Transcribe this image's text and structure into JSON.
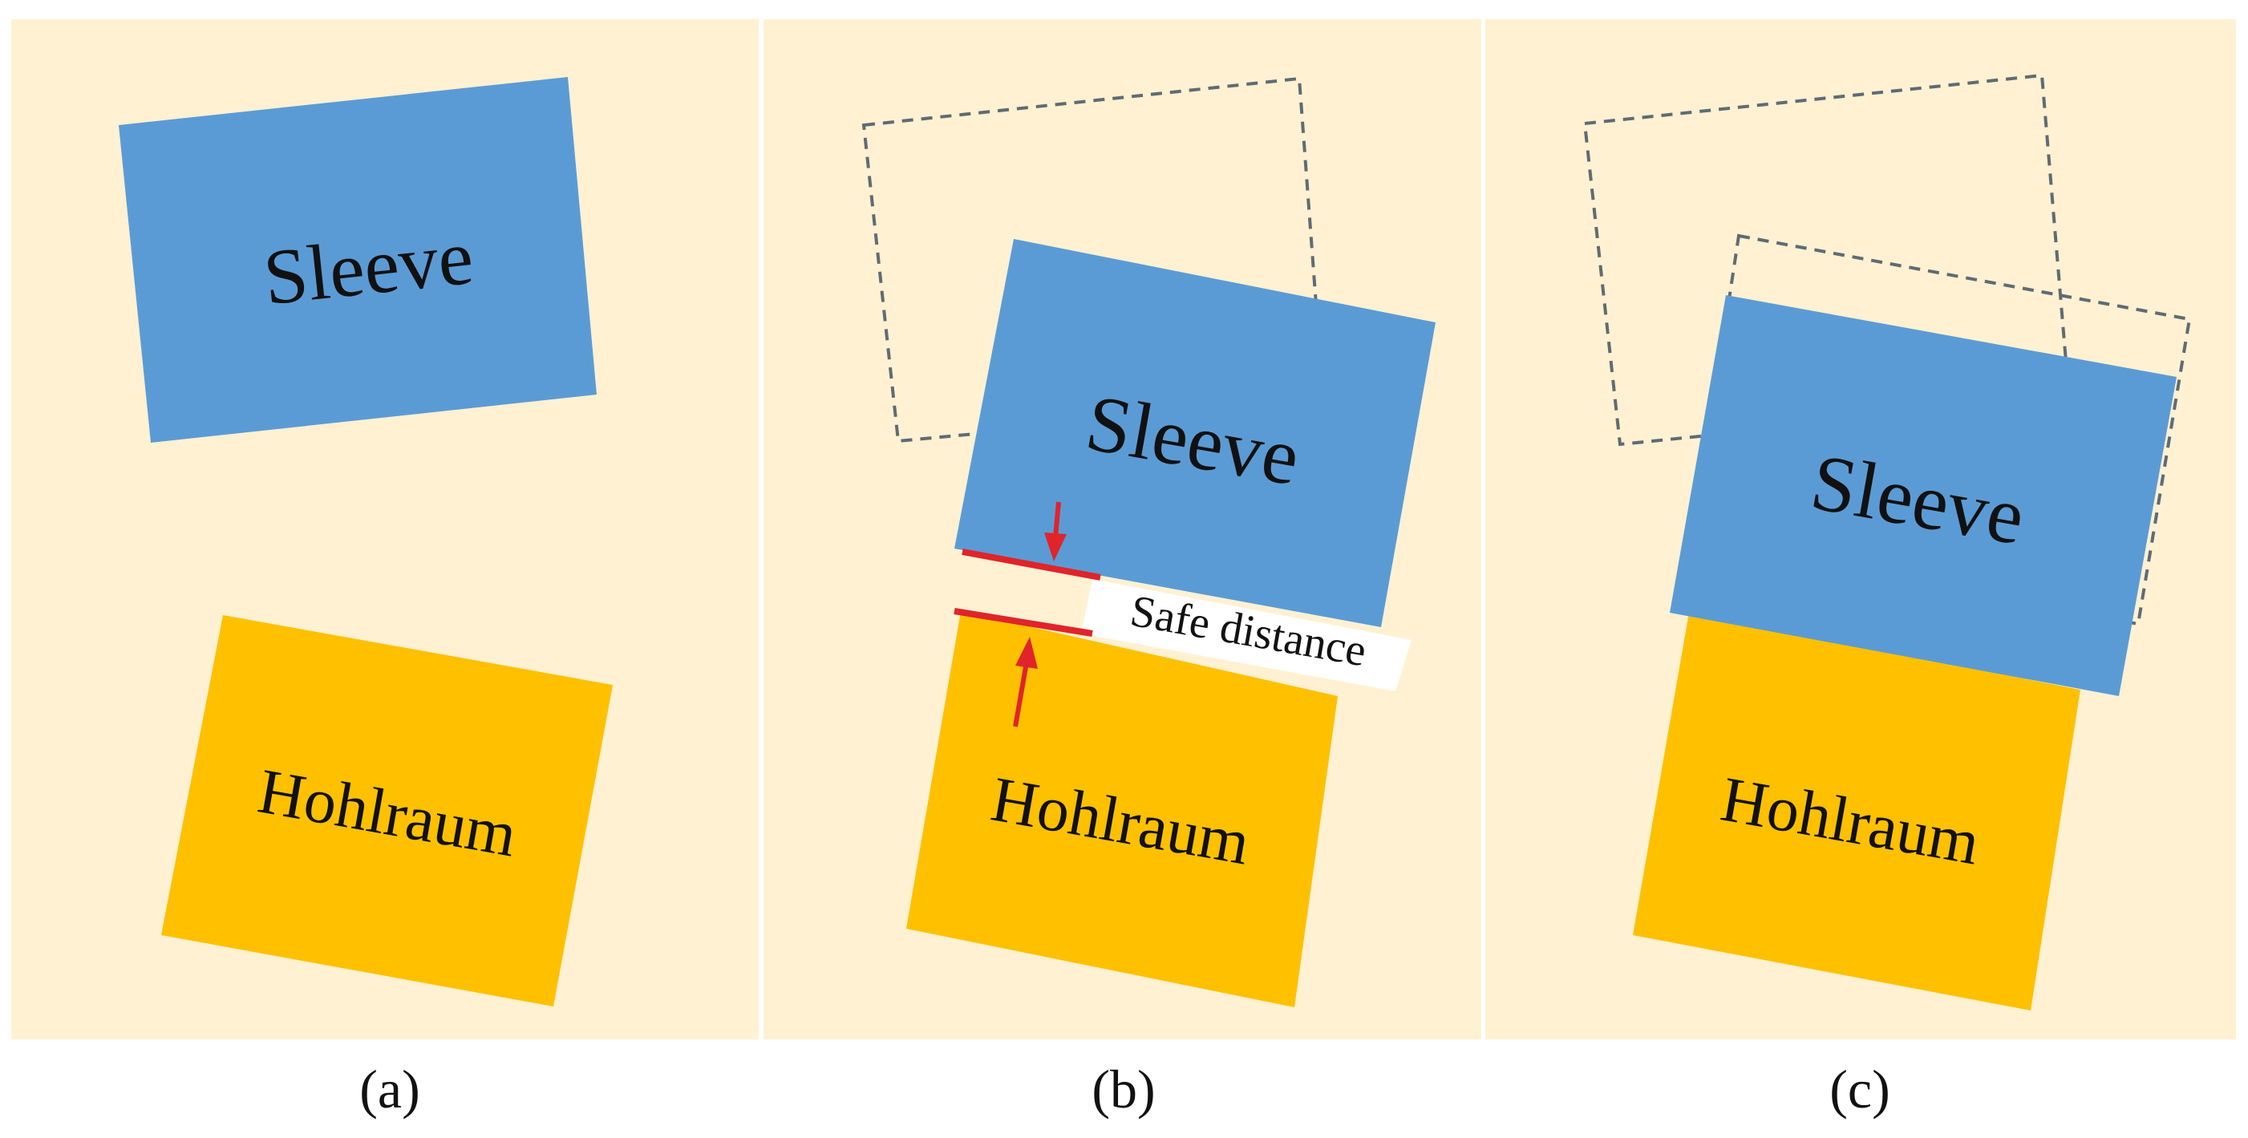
{
  "panels": [
    {
      "label": "(a)",
      "sleeve_label": "Sleeve",
      "hohlraum_label": "Hohlraum"
    },
    {
      "label": "(b)",
      "sleeve_label": "Sleeve",
      "hohlraum_label": "Hohlraum",
      "annotation": "Safe distance"
    },
    {
      "label": "(c)",
      "sleeve_label": "Sleeve",
      "hohlraum_label": "Hohlraum"
    }
  ],
  "colors": {
    "panel_background": "#fff1d2",
    "sleeve": "#5b9bd5",
    "hohlraum": "#ffc000",
    "marker": "#e0242a",
    "outline": "#5f6b75"
  }
}
